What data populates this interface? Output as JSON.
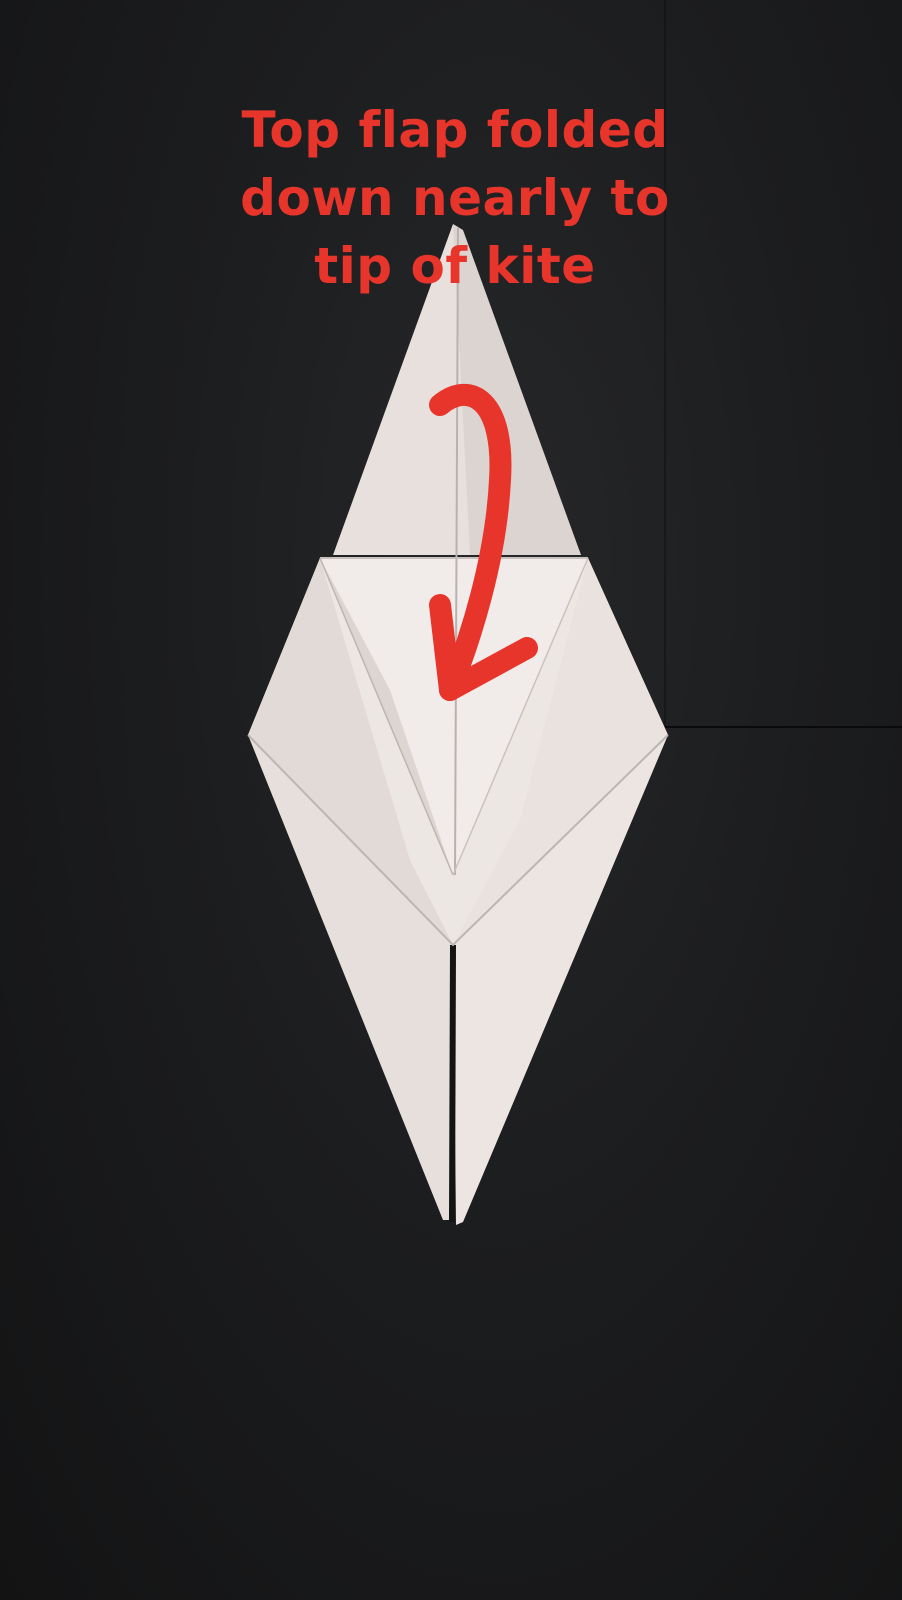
{
  "caption": {
    "lines": [
      "Top flap folded",
      "down nearly to",
      "tip of kite"
    ]
  },
  "colors": {
    "background": "#1c1d1f",
    "paper": "#ece6e3",
    "paper_shadow": "#cfc8c4",
    "annotation": "#e8352b"
  },
  "annotation_arrow": {
    "icon": "curved-arrow-down-icon",
    "meaning": "fold direction"
  }
}
